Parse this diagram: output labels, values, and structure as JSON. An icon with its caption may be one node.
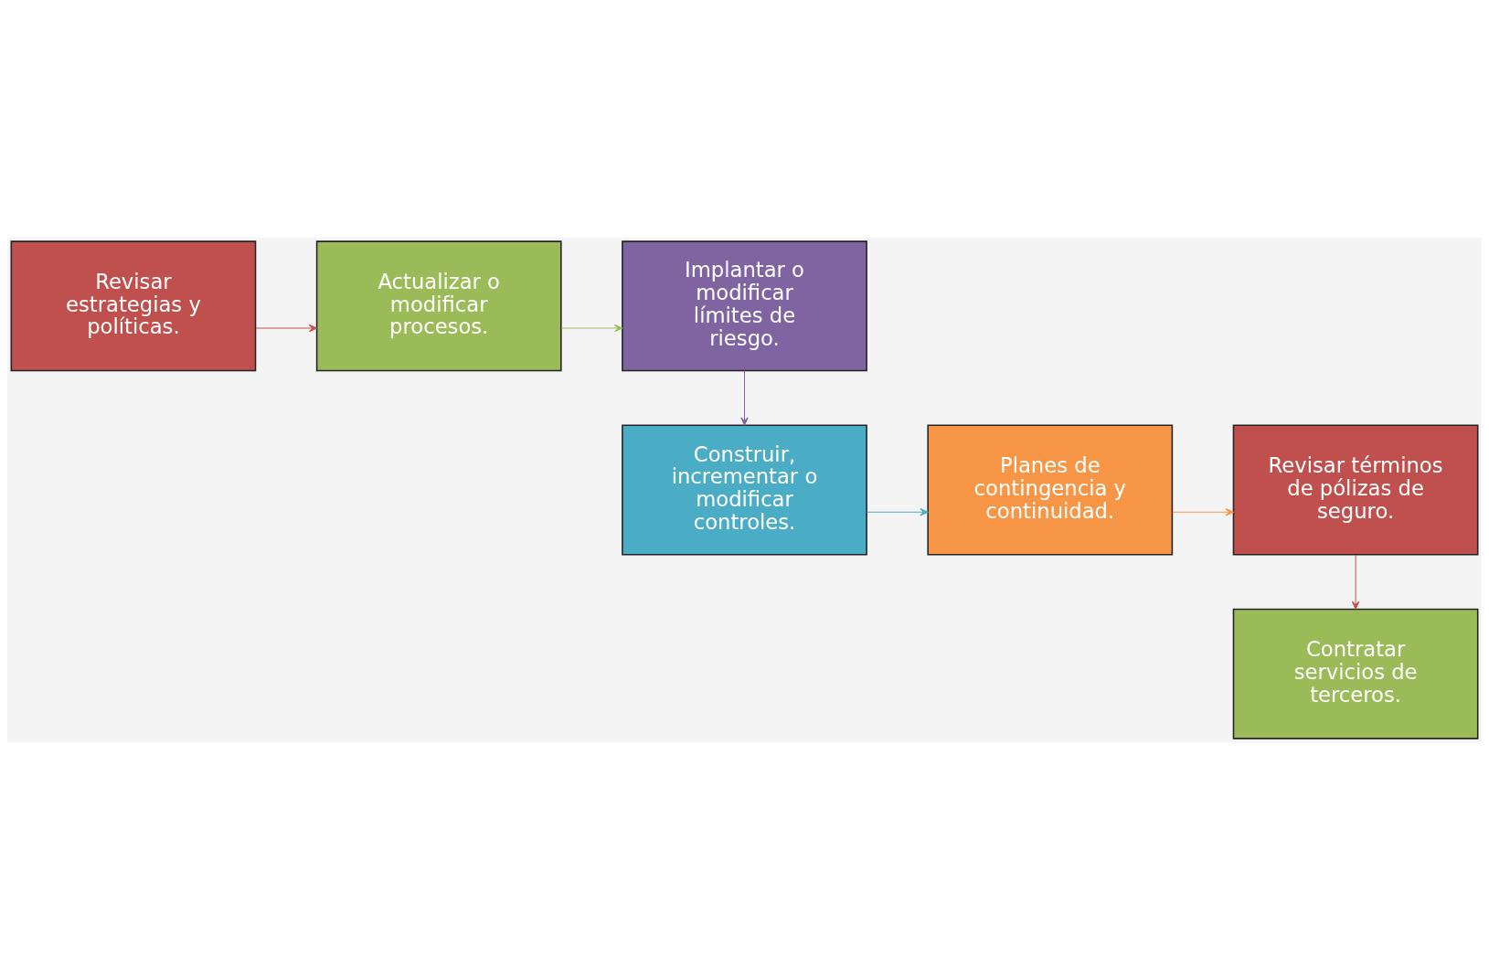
{
  "diagram": {
    "nodes": [
      {
        "text": [
          "Revisar estrategias y políticas."
        ]
      },
      {
        "text": [
          "Actualizar o modificar procesos."
        ]
      },
      {
        "text": [
          "Implantar o modificar límites de riesgo."
        ]
      },
      {
        "text": [
          "Construir, incrementar o modificar controles."
        ]
      },
      {
        "text": [
          "Planes de contingencia y continuidad."
        ]
      },
      {
        "text": [
          "Revisar términos de pólizas de seguro."
        ]
      },
      {
        "text": [
          "Contratar servicios de terceros."
        ]
      }
    ],
    "edges": [
      {
        "from": 0,
        "to": 1,
        "arrow": "to",
        "color": "#c0504d"
      },
      {
        "from": 1,
        "to": 2,
        "arrow": "to",
        "color": "#9bbb59"
      },
      {
        "from": 2,
        "to": 3,
        "arrow": "to",
        "color": "#8064a2"
      },
      {
        "from": 3,
        "to": 4,
        "arrow": "to",
        "color": "#4bacc6"
      },
      {
        "from": 4,
        "to": 5,
        "arrow": "to",
        "color": "#f79646"
      },
      {
        "from": 5,
        "to": 6,
        "arrow": "to",
        "color": "#c0504d"
      }
    ]
  }
}
